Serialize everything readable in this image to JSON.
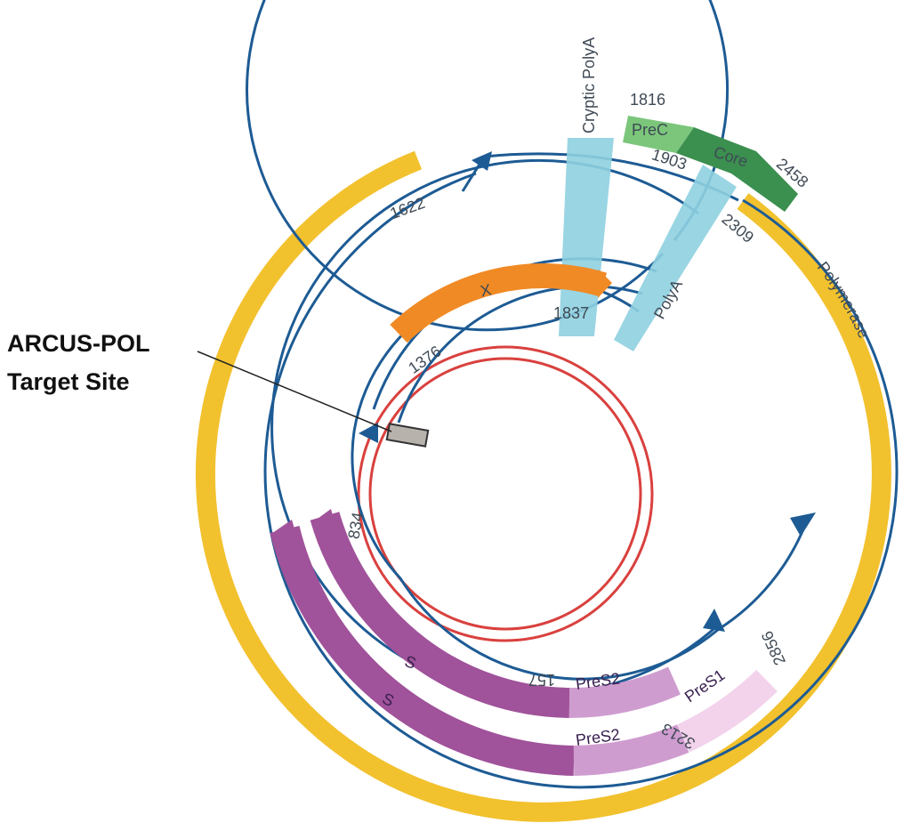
{
  "callout": {
    "line1": "ARCUS-POL",
    "line2": "Target Site"
  },
  "features": {
    "cryptic_polya": "Cryptic PolyA",
    "polya": "PolyA",
    "prec": "PreC",
    "core": "Core",
    "polymerase": "Polymerase",
    "x": "X",
    "s_inner": "S",
    "s_outer": "S",
    "pres2_inner": "PreS2",
    "pres2_outer": "PreS2",
    "pres1": "PreS1"
  },
  "positions": {
    "p1816": "1816",
    "p1903": "1903",
    "p2458": "2458",
    "p2309": "2309",
    "p1622": "1622",
    "p1837": "1837",
    "p1376": "1376",
    "p834": "834",
    "p157": "157",
    "p2856": "2856",
    "p3213": "3213"
  },
  "colors": {
    "polymerase": "#f2c12e",
    "transcript": "#1d5b94",
    "dna": "#d9413e",
    "polya_band": "#8fd0e0",
    "x": "#f08a25",
    "s": "#a0529a",
    "pres2": "#cf9cd0",
    "pres1": "#f3d2ec",
    "prec": "#7bc67b",
    "core": "#3b8f4f",
    "target": "#b8b2ad"
  }
}
